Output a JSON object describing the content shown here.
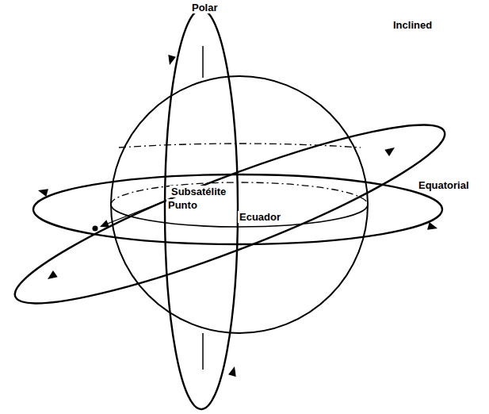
{
  "diagram": {
    "labels": [
      "Polar",
      "Inclined",
      "Equatorial",
      "Subsatélite",
      "Punto",
      "Ecuador"
    ]
  }
}
